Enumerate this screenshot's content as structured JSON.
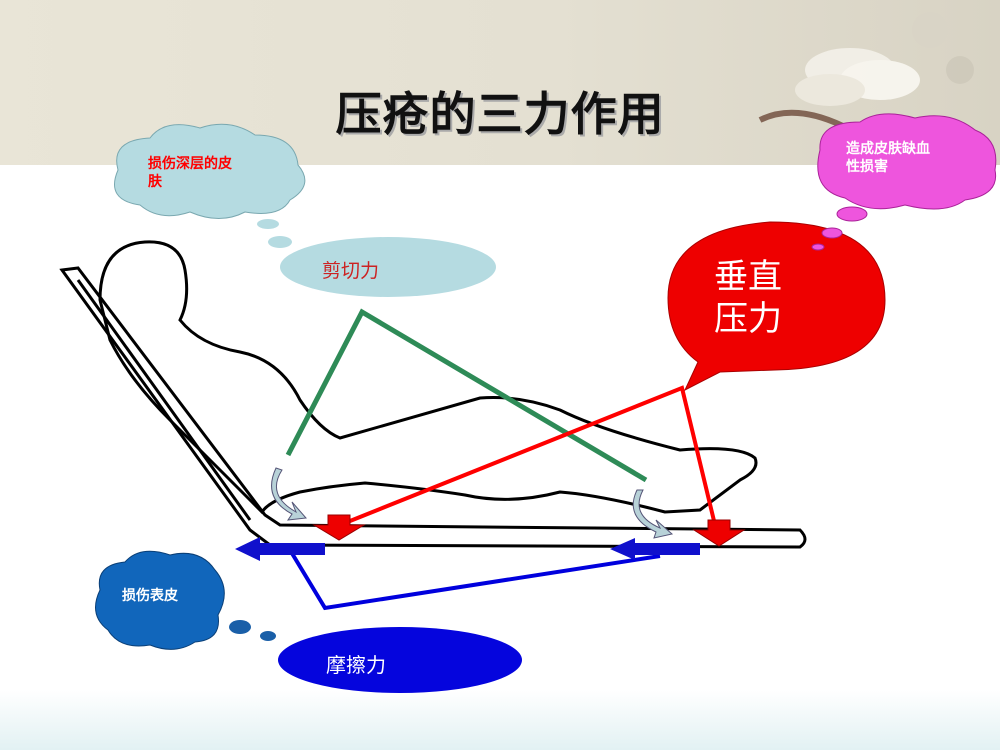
{
  "title": "压疮的三力作用",
  "labels": {
    "shear_force": "剪切力",
    "vertical_pressure": "垂直\n压力",
    "friction": "摩擦力"
  },
  "notes": {
    "deep_skin": "损伤深层的皮\n肤",
    "ischemic": "造成皮肤缺血\n性损害",
    "epidermis": "损伤表皮"
  },
  "colors": {
    "shear": "#2e8b57",
    "pressure": "#ff0000",
    "friction": "#0000dd",
    "shear_bubble": "#b5dbe1",
    "pressure_bubble": "#ee0000",
    "friction_bubble": "#0505dd",
    "cloud_deep": "#b5dbe1",
    "cloud_ischemic": "#ee55dd",
    "cloud_epidermis": "#1166bb"
  },
  "icons": [
    "curved-arrow-icon",
    "down-arrow-icon",
    "left-arrow-icon"
  ]
}
